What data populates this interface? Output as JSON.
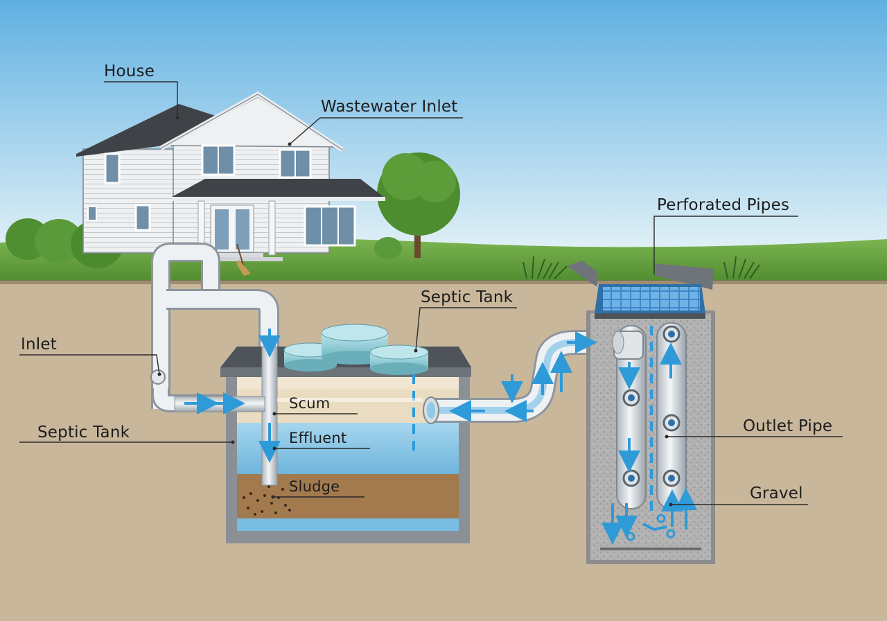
{
  "labels": {
    "house": "House",
    "wastewater_inlet": "Wastewater Inlet",
    "perforated_pipes": "Perforated Pipes",
    "septic_tank_top": "Septic Tank",
    "inlet": "Inlet",
    "septic_tank_left": "Septic Tank",
    "scum": "Scum",
    "effluent": "Effluent",
    "sludge": "Sludge",
    "outlet_pipe": "Outlet Pipe",
    "gravel": "Gravel"
  },
  "colors": {
    "sky_top": "#6bb6e3",
    "sky_bottom": "#dff0f7",
    "grass": "#5d9a3a",
    "soil": "#c9b79c",
    "water": "#8fc9e6",
    "sludge": "#a07a4f",
    "flow_arrow": "#2f9ad8",
    "pipe": "#dfe4e8",
    "gravel": "#a9a9a9"
  }
}
